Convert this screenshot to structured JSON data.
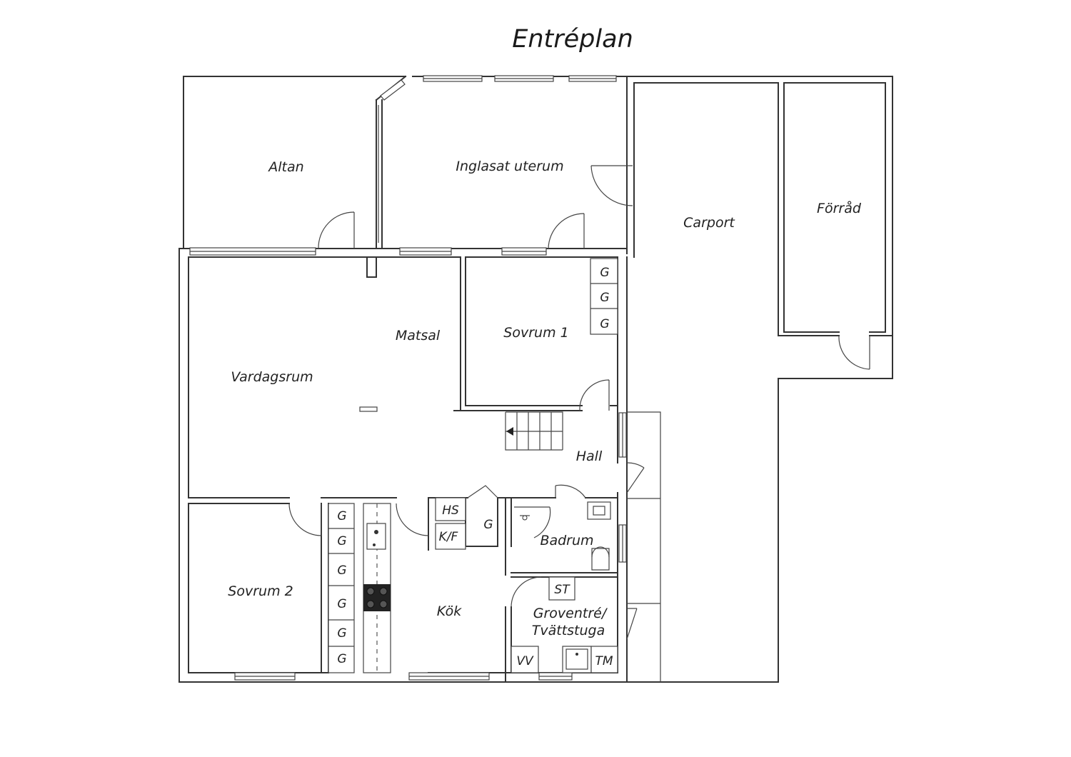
{
  "title": "Entréplan",
  "colors": {
    "line": "#333333",
    "background": "#ffffff",
    "cooktop": "#222222"
  },
  "rooms": {
    "altan": "Altan",
    "inglasat_uterum": "Inglasat uterum",
    "carport": "Carport",
    "forrad": "Förråd",
    "matsal": "Matsal",
    "vardagsrum": "Vardagsrum",
    "sovrum1": "Sovrum 1",
    "hall": "Hall",
    "sovrum2": "Sovrum 2",
    "kok": "Kök",
    "badrum": "Badrum",
    "groventre_line1": "Groventré/",
    "groventre_line2": "Tvättstuga"
  },
  "fixtures": {
    "wardrobe": "G",
    "hs": "HS",
    "kf": "K/F",
    "st": "ST",
    "vv": "VV",
    "tm": "TM"
  }
}
